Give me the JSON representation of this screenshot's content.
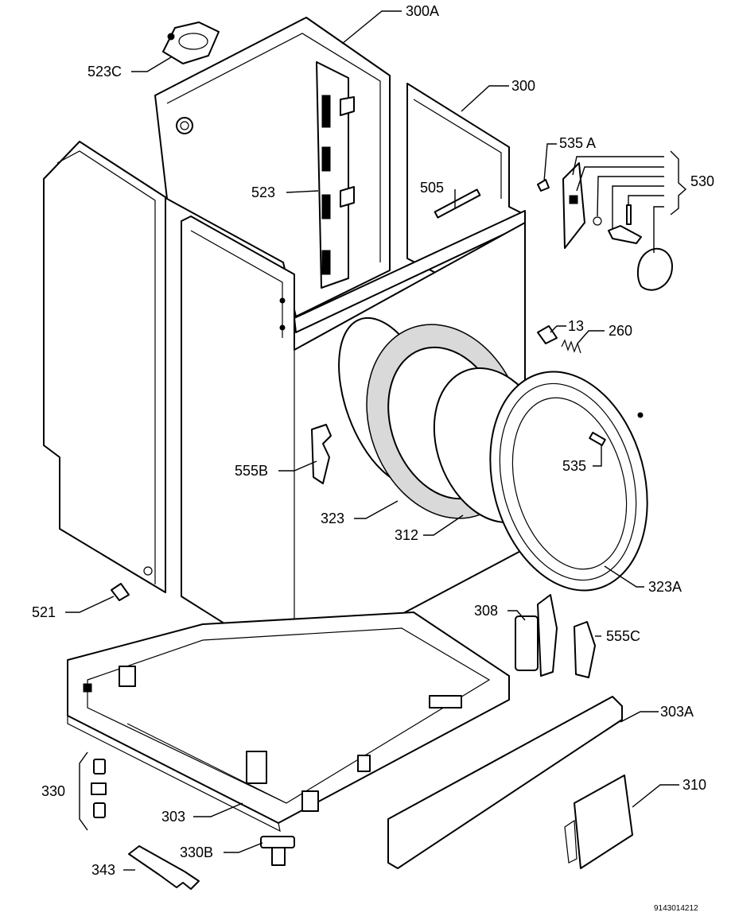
{
  "labels": {
    "p300a": "300A",
    "p523c": "523C",
    "p300": "300",
    "p535a": "535 A",
    "p530": "530",
    "p523": "523",
    "p505": "505",
    "p13": "13",
    "p260": "260",
    "p555b": "555B",
    "p535": "535",
    "p323": "323",
    "p312": "312",
    "p323a": "323A",
    "p521": "521",
    "p308": "308",
    "p555c": "555C",
    "p303a": "303A",
    "p330": "330",
    "p310": "310",
    "p303": "303",
    "p330b": "330B",
    "p343": "343"
  },
  "drawing_code": "9143014212"
}
